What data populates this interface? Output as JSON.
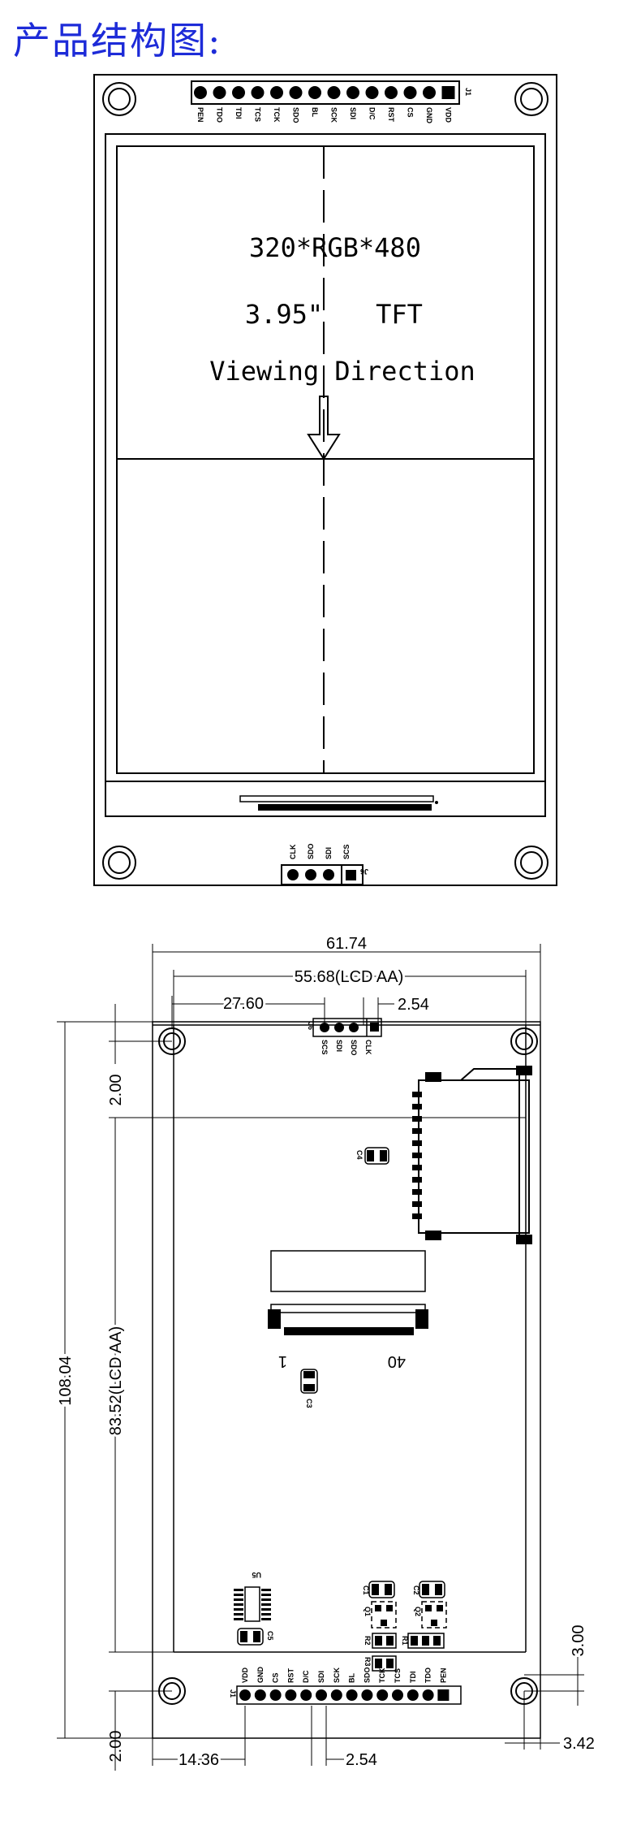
{
  "title": "产品结构图:",
  "front": {
    "resolution": "320*RGB*480",
    "size": "3.95\"",
    "type": "TFT",
    "viewing": "Viewing Direction",
    "top_header_name": "J1",
    "top_header_pins": [
      "PEN",
      "TDO",
      "TDI",
      "TCS",
      "TCK",
      "SDO",
      "BL",
      "SCK",
      "SDI",
      "D/C",
      "RST",
      "CS",
      "GND",
      "VDD"
    ],
    "spi_header_name": "J6",
    "spi_header_pins": [
      "CLK",
      "SDO",
      "SDI",
      "SCS"
    ]
  },
  "back": {
    "dims": {
      "total_width": "61.74",
      "lcd_aa_width": "55.68(LCD AA)",
      "hole_offset": "27.60",
      "pitch_top": "2.54",
      "height": "108.04",
      "lcd_aa_height": "83.52(LCD AA)",
      "top_margin": "2.00",
      "bottom_margin": "2.00",
      "left_offset": "14.36",
      "pitch_bottom": "2.54",
      "right_offset": "3.42",
      "right_vertical": "3.00"
    },
    "spi_header_name": "J6",
    "spi_header_pins": [
      "SCS",
      "SDI",
      "SDO",
      "CLK"
    ],
    "bottom_header_name": "J1",
    "bottom_header_pins": [
      "VDD",
      "GND",
      "CS",
      "RST",
      "D/C",
      "SDI",
      "SCK",
      "BL",
      "SDO",
      "TCK",
      "TCS",
      "TDI",
      "TDO",
      "PEN"
    ],
    "fpc_pin_first": "1",
    "fpc_pin_last": "40",
    "components": {
      "c4": "C4",
      "c3": "C3",
      "c5": "C5",
      "u5": "U5",
      "c1": "C1",
      "c2": "C2",
      "q1": "Q1",
      "q2": "Q2",
      "r1": "R1",
      "r2": "R2",
      "r3": "R3"
    }
  }
}
